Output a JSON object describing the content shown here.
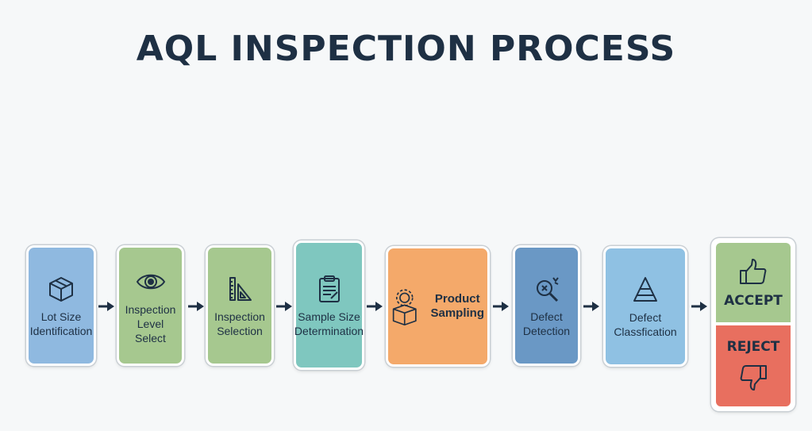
{
  "title": "AQL INSPECTION PROCESS",
  "steps": [
    {
      "line1": "Lot Size",
      "line2": "Identification",
      "icon": "box-icon",
      "color": "#8fb9e0"
    },
    {
      "line1": "Inspection",
      "line2": "Level Select",
      "icon": "eye-icon",
      "color": "#a6c88f"
    },
    {
      "line1": "Inspection",
      "line2": "Selection",
      "icon": "ruler-triangle-icon",
      "color": "#a6c88f"
    },
    {
      "line1": "Sample Size",
      "line2": "Determination",
      "icon": "clipboard-icon",
      "color": "#7fc7bf"
    },
    {
      "line1": "Product",
      "line2": "Sampling",
      "icon": "gear-box-icon",
      "color": "#f4a96a"
    },
    {
      "line1": "Defect",
      "line2": "Detection",
      "icon": "magnifier-icon",
      "color": "#6a98c5"
    },
    {
      "line1": "Defect",
      "line2": "Classfication",
      "icon": "pyramid-icon",
      "color": "#8fc1e3"
    }
  ],
  "decision": {
    "accept_label": "ACCEPT",
    "reject_label": "REJECT",
    "accept_color": "#a6c88f",
    "reject_color": "#e86f5f",
    "accept_icon": "thumbs-up-icon",
    "reject_icon": "thumbs-down-icon"
  },
  "arrow_color": "#1e3044"
}
